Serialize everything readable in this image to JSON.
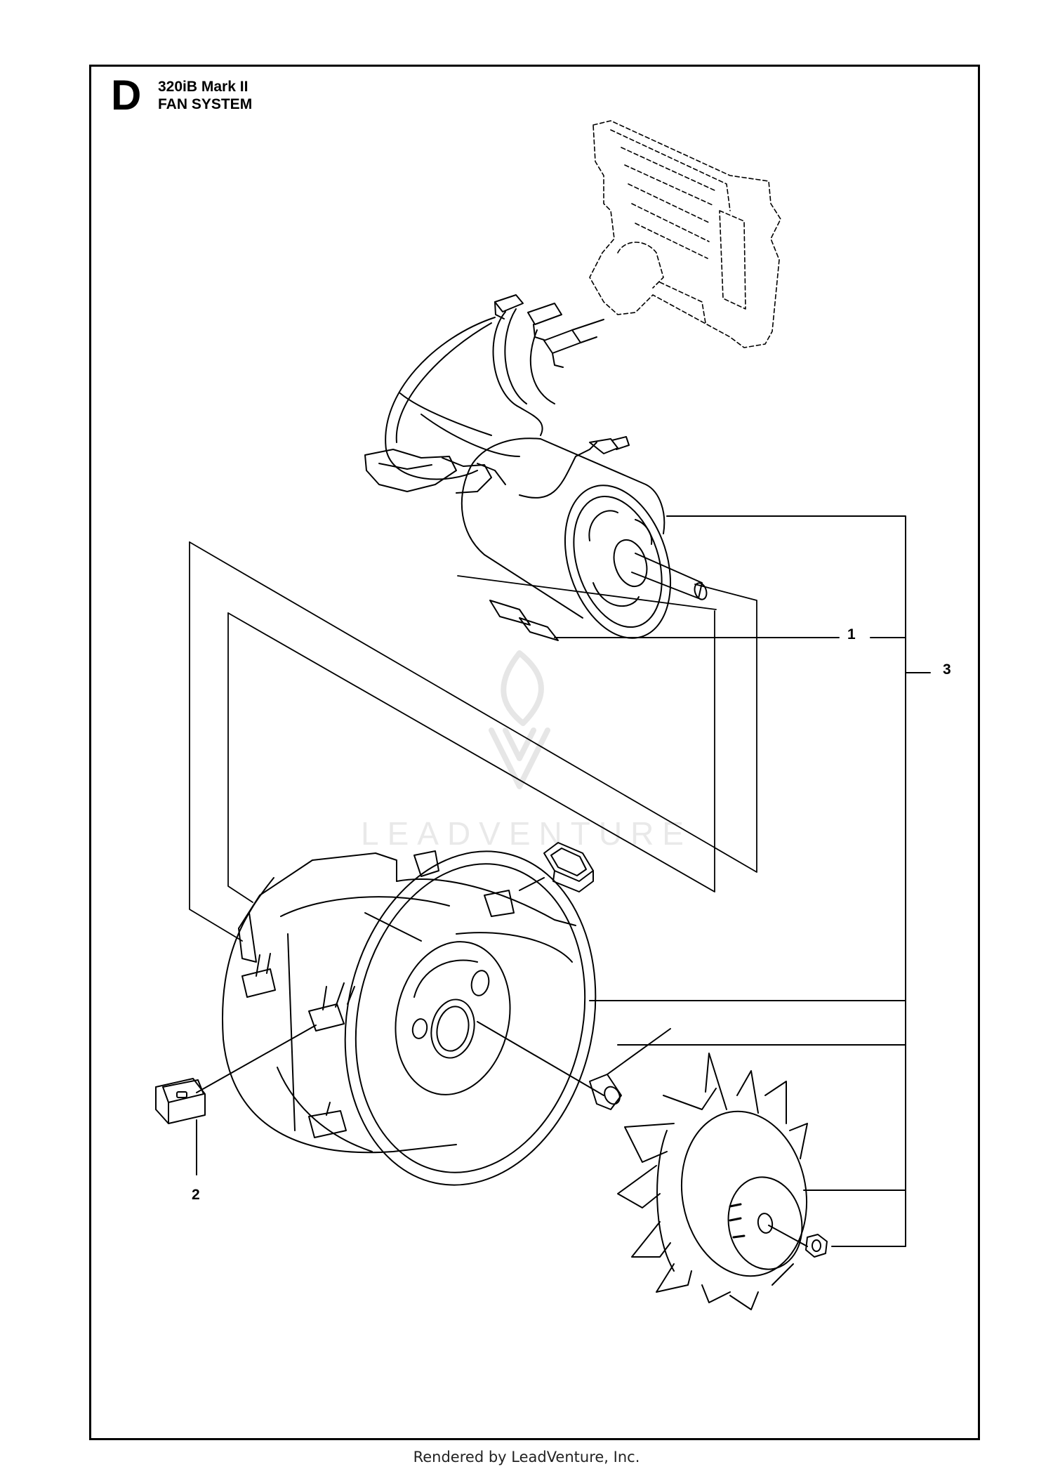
{
  "header": {
    "section_letter": "D",
    "model": "320iB Mark II",
    "system": "FAN SYSTEM"
  },
  "callouts": {
    "part_1": "1",
    "part_2": "2",
    "part_3": "3"
  },
  "watermark": {
    "text": "LEADVENTURE",
    "logo": "leadventure-flame-logo"
  },
  "footer": {
    "text": "Rendered by LeadVenture, Inc."
  },
  "colors": {
    "line": "#000000",
    "watermark": "#e9e9e9",
    "background": "#ffffff"
  }
}
